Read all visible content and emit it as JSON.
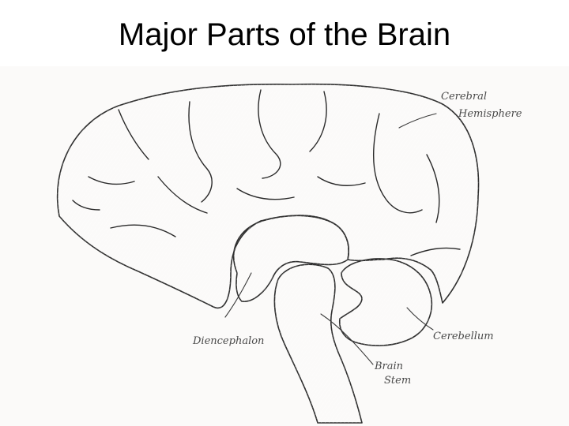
{
  "title": "Major Parts of the Brain",
  "labels": {
    "cerebral_line1": "Cerebral",
    "cerebral_line2": "Hemisphere",
    "diencephalon": "Diencephalon",
    "cerebellum": "Cerebellum",
    "brainstem_line1": "Brain",
    "brainstem_line2": "Stem"
  },
  "colors": {
    "cerebrum": "#f3d7cd",
    "diencephalon": "#c9e8f6",
    "brain_stem": "#7fc79b",
    "cerebellum": "#b189c9",
    "paper": "#fbfaf9"
  }
}
